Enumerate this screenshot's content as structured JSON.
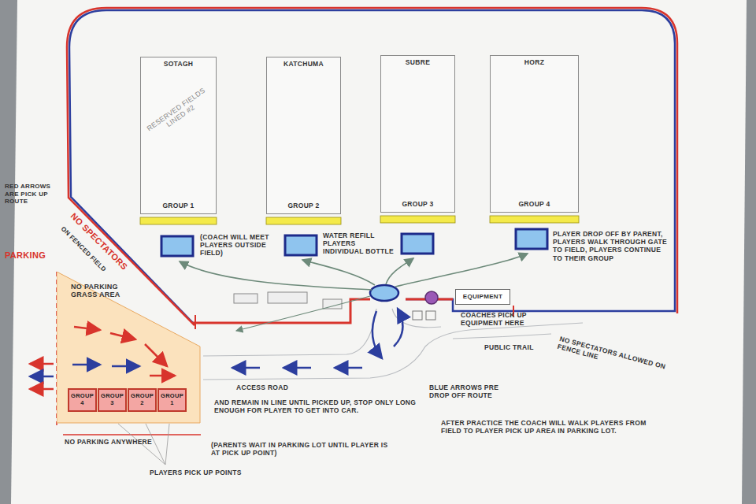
{
  "diagram": {
    "nodes": [
      {
        "text": [
          "SOTAGH",
          "GROUP 1",
          "RESERVED FIELDS LINED #2"
        ]
      },
      {
        "text": [
          "KATCHUMA",
          "GROUP 2"
        ]
      },
      {
        "text": [
          "SUBRE",
          "GROUP 3"
        ]
      },
      {
        "text": [
          "HORZ",
          "GROUP 4"
        ]
      },
      {
        "text": [
          "NO PARKING GRASS AREA"
        ]
      },
      {
        "text": [
          "GROUP 4"
        ],
        "in": 4
      },
      {
        "text": [
          "GROUP 3"
        ],
        "in": 4
      },
      {
        "text": [
          "GROUP 2"
        ],
        "in": 4
      },
      {
        "text": [
          "GROUP 1"
        ],
        "in": 4
      },
      {
        "text": [
          "EQUIPMENT"
        ]
      }
    ],
    "labels": [
      "(COACH WILL MEET PLAYERS OUTSIDE FIELD)",
      "WATER REFILL PLAYERS INDIVIDUAL BOTTLE",
      "PLAYER DROP OFF BY PARENT, PLAYERS WALK THROUGH GATE TO FIELD, PLAYERS CONTINUE TO THEIR GROUP",
      "NO SPECTATORS",
      "ON FENCED FIELD",
      "RED ARROWS ARE PICK UP ROUTE",
      "PARKING",
      "NO PARKING ANYWHERE",
      "(PARENTS WAIT IN PARKING LOT UNTIL PLAYER IS AT PICK UP POINT)",
      "PLAYERS PICK UP POINTS",
      "AND REMAIN IN LINE UNTIL PICKED UP, STOP ONLY LONG ENOUGH FOR PLAYER TO GET INTO CAR.",
      "ACCESS ROAD",
      "BLUE ARROWS PRE DROP OFF ROUTE",
      "AFTER PRACTICE THE COACH WILL WALK PLAYERS FROM FIELD TO PLAYER PICK UP AREA IN PARKING LOT.",
      "PUBLIC TRAIL",
      "COACHES PICK UP EQUIPMENT HERE",
      "NO SPECTATORS ALLOWED ON FENCE LINE"
    ]
  }
}
